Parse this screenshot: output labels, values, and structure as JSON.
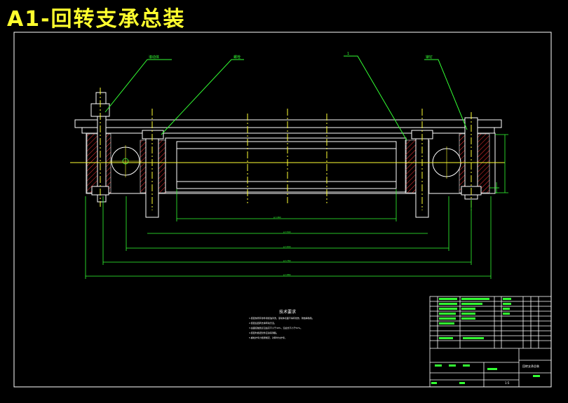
{
  "title": "A1-回转支承总装",
  "drawing": {
    "background": "#000000",
    "colors": {
      "frame": "#ffffff",
      "center_line": "#ffff33",
      "leader": "#33ff33",
      "hatch": "#ff3333",
      "dimension": "#33ff33"
    }
  },
  "callouts": [
    "滚动体",
    "螺栓",
    "1",
    "铆钉"
  ],
  "dimensions": [
    "φ 1460",
    "φ 1540",
    "φ 1640",
    "φ 1760",
    "φ 1880"
  ],
  "tech_notes": {
    "title": "技术要求",
    "lines": [
      "1.装配前所有零件用煤油清洗，滚动体表面不得有划伤、锈蚀等缺陷。",
      "2.装配后回转支承转动灵活。",
      "3.齿面接触斑点沿齿高不小于40%，沿齿长不小于50%。",
      "4.装配时各密封件应涂润滑脂。",
      "5.螺栓拧紧力矩按规定，对称均匀拧紧。"
    ]
  },
  "title_block": {
    "drawing_name": "回转支承总装",
    "scale": "1:5"
  }
}
